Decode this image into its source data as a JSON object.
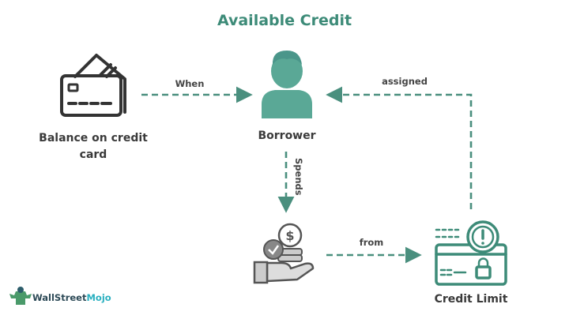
{
  "title": "Available Credit",
  "nodes": {
    "card": {
      "line1": "Balance on credit",
      "line2": "card",
      "icon": "credit-card-icon"
    },
    "borrower": {
      "label": "Borrower",
      "icon": "person-icon"
    },
    "spending": {
      "icon": "money-hand-icon"
    },
    "limit": {
      "label": "Credit Limit",
      "icon": "card-lock-alert-icon"
    }
  },
  "edges": {
    "when": "When",
    "spends": "Spends",
    "from": "from",
    "assigned": "assigned"
  },
  "logo": {
    "text_a": "WallStreet",
    "text_b": "Mojo"
  },
  "colors": {
    "accent": "#3d8b78",
    "person": "#5aa896",
    "text": "#3a3a3a"
  }
}
